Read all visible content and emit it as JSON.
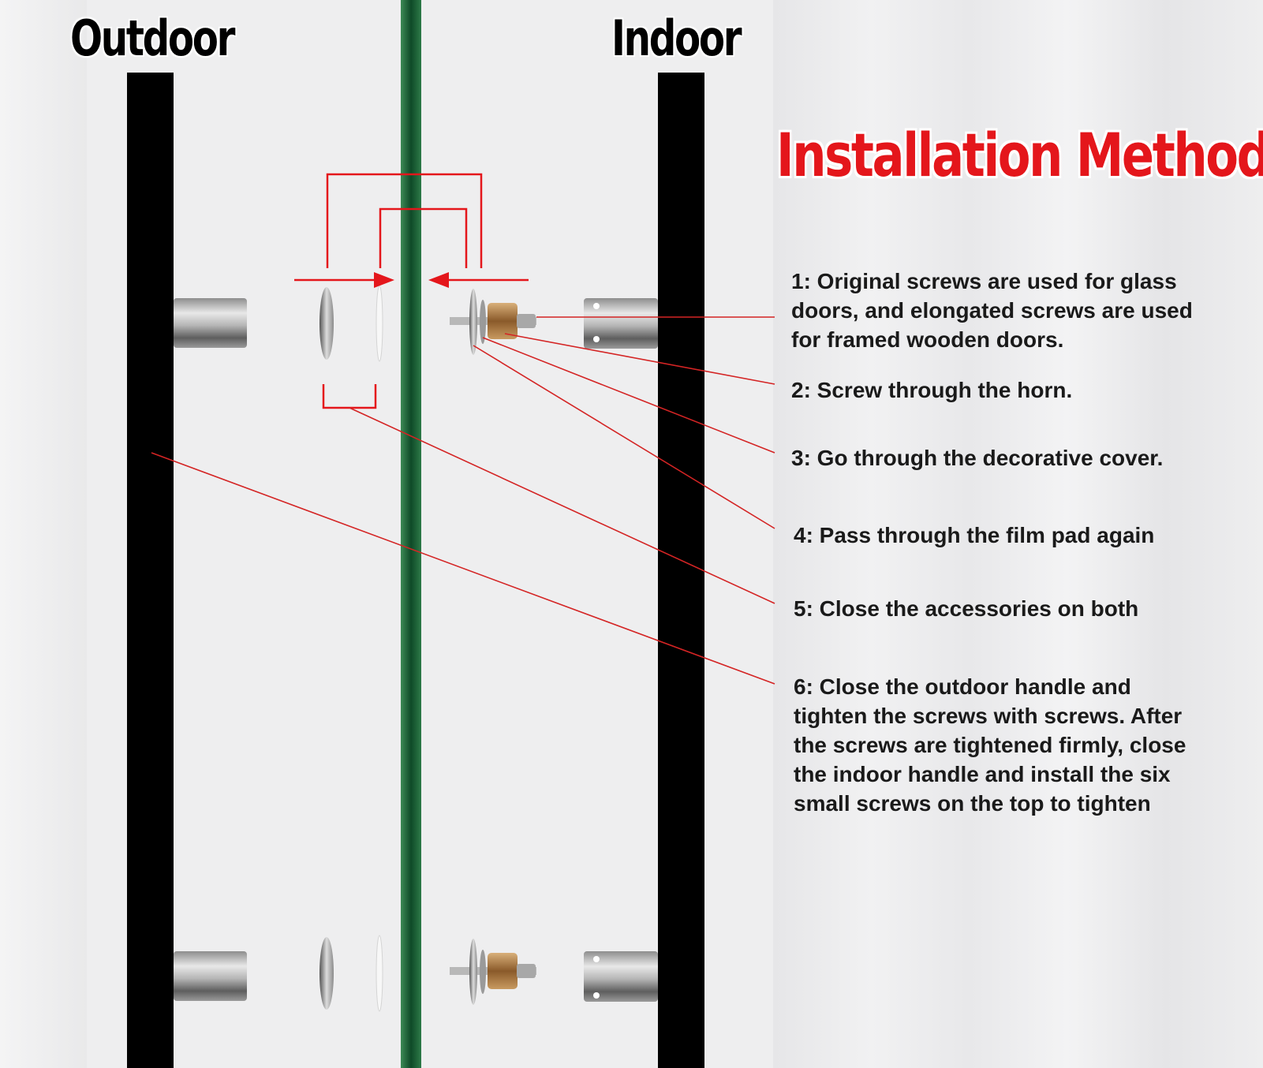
{
  "labels": {
    "outdoor": "Outdoor",
    "indoor": "Indoor"
  },
  "title": "Installation Method",
  "steps": [
    {
      "lines": [
        "1: Original screws are used for glass",
        "doors, and elongated screws are used",
        "for framed wooden doors."
      ]
    },
    {
      "lines": [
        "2: Screw through the horn."
      ]
    },
    {
      "lines": [
        "3: Go through the decorative cover."
      ]
    },
    {
      "lines": [
        "4: Pass through the film pad again"
      ]
    },
    {
      "lines": [
        "5: Close the accessories on both"
      ]
    },
    {
      "lines": [
        "6: Close the outdoor handle and",
        "tighten the screws with screws. After",
        "the screws are tightened firmly, close",
        "the indoor handle and install the six",
        "small screws on the top to tighten"
      ]
    }
  ],
  "colors": {
    "accent": "#e4161b",
    "leader": "#d42424",
    "glass": "#1f6b3a",
    "handle": "#000000",
    "text": "#1a1a1a",
    "background": "#eeeeef"
  }
}
